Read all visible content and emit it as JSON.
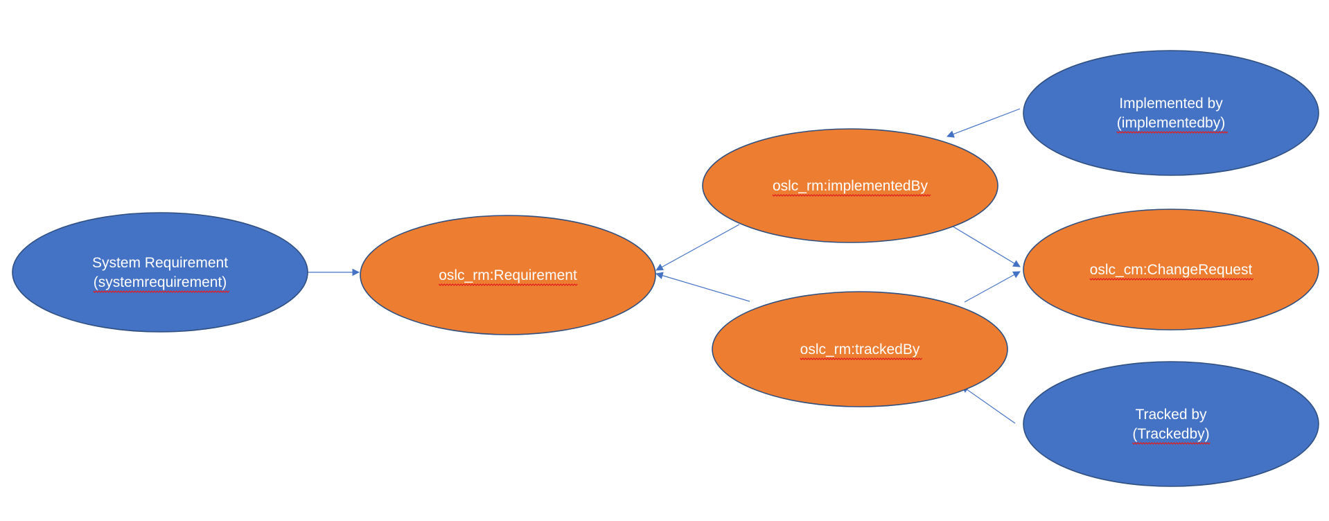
{
  "colors": {
    "blue_node": "#4472c4",
    "orange_node": "#ed7d31",
    "edge": "#4472c4",
    "spell_underline": "#e02020"
  },
  "nodes": [
    {
      "id": "system-requirement",
      "kind": "blue",
      "lines": [
        "System Requirement",
        "(systemrequirement)"
      ]
    },
    {
      "id": "requirement",
      "kind": "orange",
      "lines": [
        "oslc_rm:Requirement"
      ]
    },
    {
      "id": "implemented-by-prop",
      "kind": "orange",
      "lines": [
        "oslc_rm:implementedBy"
      ]
    },
    {
      "id": "tracked-by-prop",
      "kind": "orange",
      "lines": [
        "oslc_rm:trackedBy"
      ]
    },
    {
      "id": "change-request",
      "kind": "orange",
      "lines": [
        "oslc_cm:ChangeRequest"
      ]
    },
    {
      "id": "implemented-by",
      "kind": "blue",
      "lines": [
        "Implemented by",
        "(implementedby)"
      ]
    },
    {
      "id": "tracked-by",
      "kind": "blue",
      "lines": [
        "Tracked by",
        "(Trackedby)"
      ]
    }
  ],
  "edges": [
    {
      "from": "system-requirement",
      "to": "requirement"
    },
    {
      "from": "implemented-by-prop",
      "to": "requirement"
    },
    {
      "from": "tracked-by-prop",
      "to": "requirement"
    },
    {
      "from": "implemented-by-prop",
      "to": "change-request"
    },
    {
      "from": "tracked-by-prop",
      "to": "change-request"
    },
    {
      "from": "implemented-by",
      "to": "implemented-by-prop"
    },
    {
      "from": "tracked-by",
      "to": "tracked-by-prop"
    }
  ]
}
